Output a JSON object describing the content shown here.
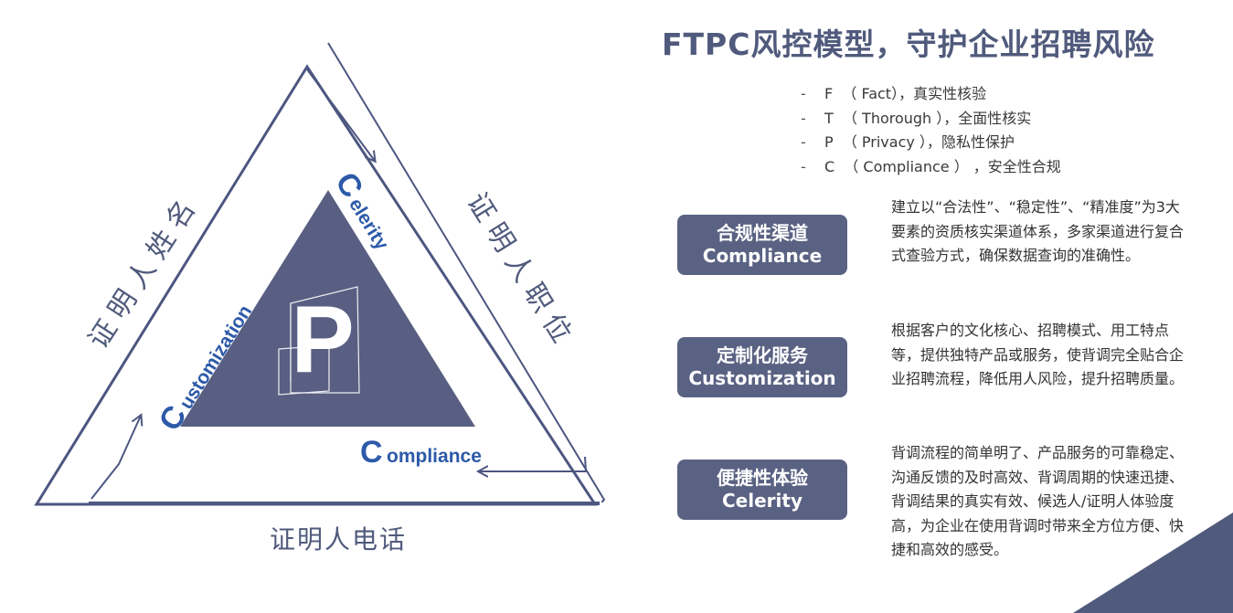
{
  "title": "FTPC风控模型，守护企业招聘风险",
  "ftpc_items": [
    {
      "letter": "F",
      "english": "（ Fact），",
      "chinese": "真实性核验"
    },
    {
      "letter": "T",
      "english": "（ Thorough ），",
      "chinese": "全面性核实"
    },
    {
      "letter": "P",
      "english": "（ Privacy ），",
      "chinese": "隐私性保护"
    },
    {
      "letter": "C",
      "english": "（ Compliance ） ，",
      "chinese": "安全性合规"
    }
  ],
  "features": [
    {
      "cn": "合规性渠道",
      "en": "Compliance",
      "desc": "建立以“合法性”、“稳定性”、“精准度”为3大要素的资质核实渠道体系，多家渠道进行复合式查验方式，确保数据查询的准确性。"
    },
    {
      "cn": "定制化服务",
      "en": "Customization",
      "desc": "根据客户的文化核心、招聘模式、用工特点等，提供独特产品或服务，使背调完全贴合企业招聘流程，降低用人风险，提升招聘质量。"
    },
    {
      "cn": "便捷性体验",
      "en": "Celerity",
      "desc": "背调流程的简单明了、产品服务的可靠稳定、沟通反馈的及时高效、背调周期的快速迅捷、背调结果的真实有效、候选人/证明人体验度高，为企业在使用背调时带来全方位方便、快捷和高效的感受。"
    }
  ],
  "triangle": {
    "left_side": "证明人姓名",
    "right_side": "证明人职位",
    "bottom_side": "证明人电话",
    "center_letter": "P",
    "celerity": {
      "initial": "C",
      "rest": "elerity"
    },
    "customization": {
      "initial": "C",
      "rest": "ustomization"
    },
    "compliance": {
      "initial": "C",
      "rest": "ompliance"
    }
  },
  "colors": {
    "accent": "#5a6283",
    "title": "#505a7c",
    "highlight_blue": "#2d5aa8",
    "inner_triangle": "#585f82"
  }
}
